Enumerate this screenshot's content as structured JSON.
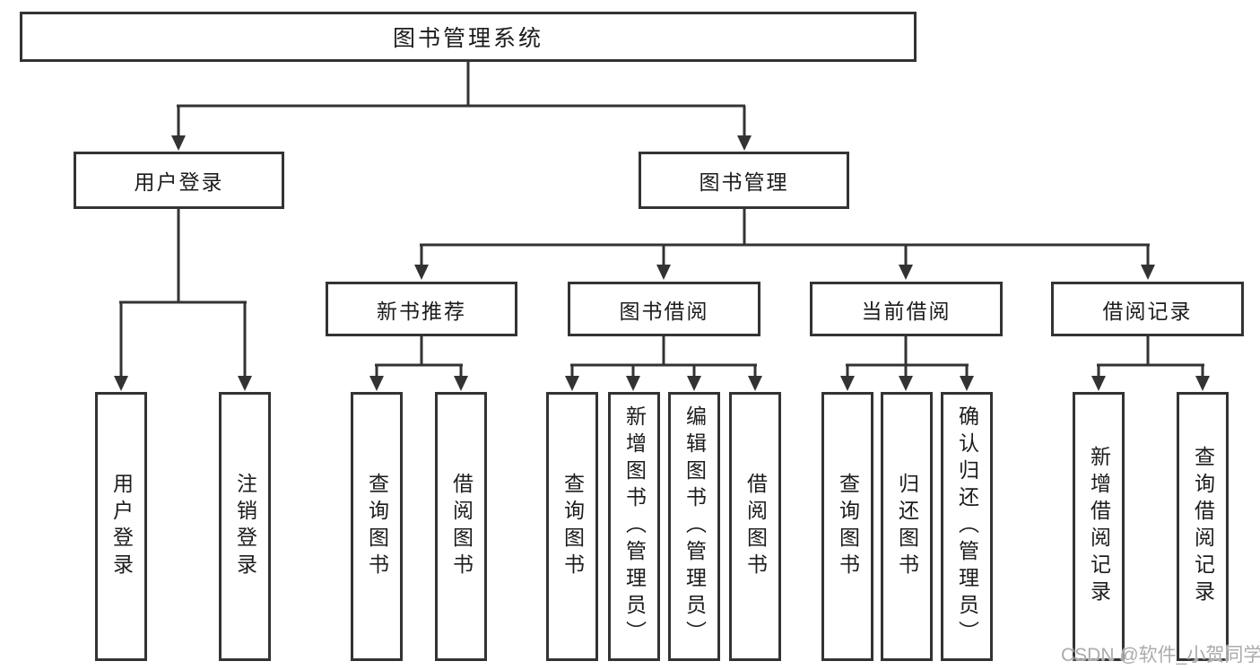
{
  "tree": {
    "root": {
      "label": "图书管理系统",
      "children": [
        {
          "label": "用户登录",
          "children": [
            {
              "label": "用户登录"
            },
            {
              "label": "注销登录"
            }
          ]
        },
        {
          "label": "图书管理",
          "children": [
            {
              "label": "新书推荐",
              "children": [
                {
                  "label": "查询图书"
                },
                {
                  "label": "借阅图书"
                }
              ]
            },
            {
              "label": "图书借阅",
              "children": [
                {
                  "label": "查询图书"
                },
                {
                  "label": "新增图书（管理员）"
                },
                {
                  "label": "编辑图书（管理员）"
                },
                {
                  "label": "借阅图书"
                }
              ]
            },
            {
              "label": "当前借阅",
              "children": [
                {
                  "label": "查询图书"
                },
                {
                  "label": "归还图书"
                },
                {
                  "label": "确认归还（管理员）"
                }
              ]
            },
            {
              "label": "借阅记录",
              "children": [
                {
                  "label": "新增借阅记录"
                },
                {
                  "label": "查询借阅记录"
                }
              ]
            }
          ]
        }
      ]
    }
  },
  "watermark": {
    "text": "CSDN @软件_小贺同学"
  },
  "colors": {
    "line": "#333333",
    "text": "#1c1c1c",
    "background": "#ffffff",
    "watermark": "#ababab"
  }
}
